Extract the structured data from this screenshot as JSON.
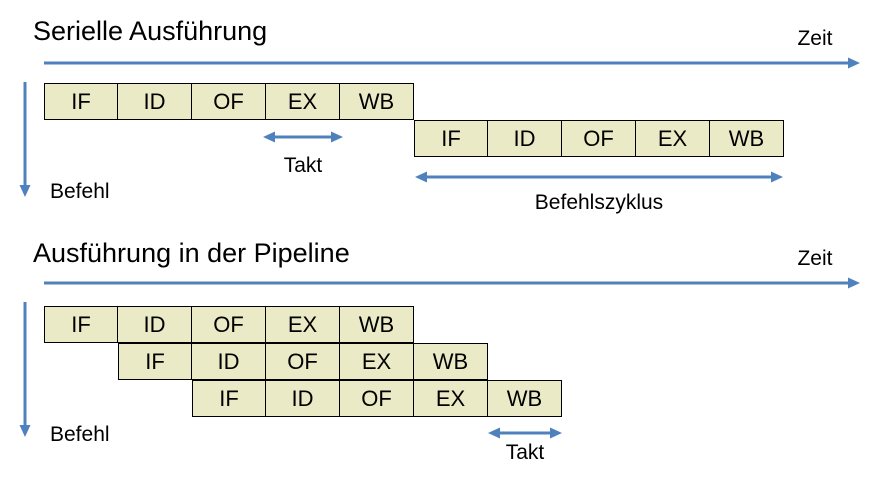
{
  "colors": {
    "accent": "#4F81BD",
    "box_fill": "#EAEAC6",
    "box_border": "#000000",
    "text": "#000000",
    "background": "#FFFFFF"
  },
  "serial": {
    "title": "Serielle Ausführung",
    "time_label": "Zeit",
    "instruction_label": "Befehl",
    "clock_label": "Takt",
    "cycle_label": "Befehlszyklus",
    "rows": [
      {
        "stages": [
          "IF",
          "ID",
          "OF",
          "EX",
          "WB"
        ]
      },
      {
        "stages": [
          "IF",
          "ID",
          "OF",
          "EX",
          "WB"
        ]
      }
    ]
  },
  "pipeline": {
    "title": "Ausführung in der Pipeline",
    "time_label": "Zeit",
    "instruction_label": "Befehl",
    "clock_label": "Takt",
    "rows": [
      {
        "stages": [
          "IF",
          "ID",
          "OF",
          "EX",
          "WB"
        ]
      },
      {
        "stages": [
          "IF",
          "ID",
          "OF",
          "EX",
          "WB"
        ]
      },
      {
        "stages": [
          "IF",
          "ID",
          "OF",
          "EX",
          "WB"
        ]
      }
    ]
  }
}
